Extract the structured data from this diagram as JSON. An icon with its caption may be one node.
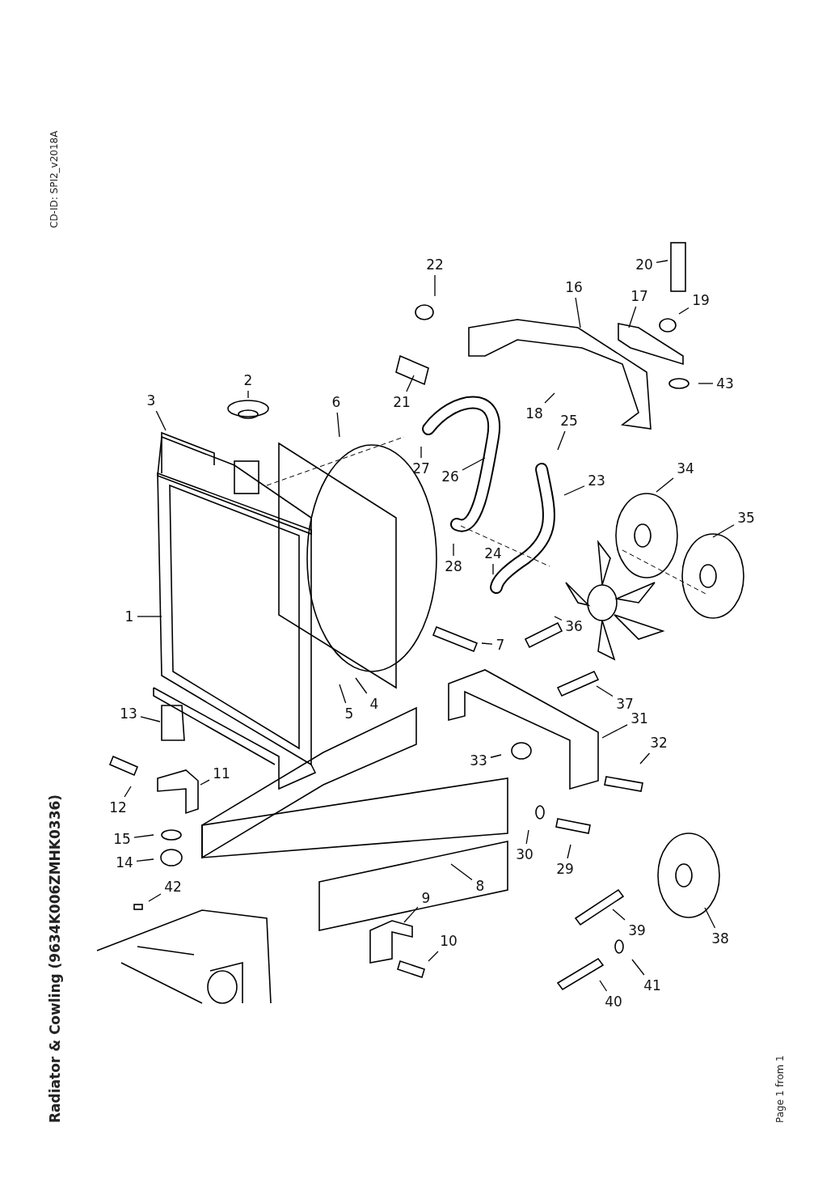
{
  "diagram": {
    "title": "Radiator & Cowling (9634K006ZMHK0336)",
    "nodes": [
      {
        "text": [
          "1"
        ]
      },
      {
        "text": [
          "2"
        ]
      },
      {
        "text": [
          "3"
        ]
      },
      {
        "text": [
          "4"
        ]
      },
      {
        "text": [
          "5"
        ]
      },
      {
        "text": [
          "6"
        ]
      },
      {
        "text": [
          "7"
        ]
      },
      {
        "text": [
          "8"
        ]
      },
      {
        "text": [
          "9"
        ]
      },
      {
        "text": [
          "10"
        ]
      },
      {
        "text": [
          "11"
        ]
      },
      {
        "text": [
          "12"
        ]
      },
      {
        "text": [
          "13"
        ]
      },
      {
        "text": [
          "14"
        ]
      },
      {
        "text": [
          "15"
        ]
      },
      {
        "text": [
          "16"
        ]
      },
      {
        "text": [
          "17"
        ]
      },
      {
        "text": [
          "18"
        ]
      },
      {
        "text": [
          "19"
        ]
      },
      {
        "text": [
          "20"
        ]
      },
      {
        "text": [
          "21"
        ]
      },
      {
        "text": [
          "22"
        ]
      },
      {
        "text": [
          "23"
        ]
      },
      {
        "text": [
          "24"
        ]
      },
      {
        "text": [
          "25"
        ]
      },
      {
        "text": [
          "26"
        ]
      },
      {
        "text": [
          "27"
        ]
      },
      {
        "text": [
          "28"
        ]
      },
      {
        "text": [
          "29"
        ]
      },
      {
        "text": [
          "30"
        ]
      },
      {
        "text": [
          "31"
        ]
      },
      {
        "text": [
          "32"
        ]
      },
      {
        "text": [
          "33"
        ]
      },
      {
        "text": [
          "34"
        ]
      },
      {
        "text": [
          "35"
        ]
      },
      {
        "text": [
          "36"
        ]
      },
      {
        "text": [
          "37"
        ]
      },
      {
        "text": [
          "38"
        ]
      },
      {
        "text": [
          "39"
        ]
      },
      {
        "text": [
          "40"
        ]
      },
      {
        "text": [
          "41"
        ]
      },
      {
        "text": [
          "42"
        ]
      },
      {
        "text": [
          "43"
        ]
      }
    ],
    "edges": [
      {
        "from": 0,
        "to": null,
        "arrow": "none"
      },
      {
        "from": 1,
        "to": null,
        "arrow": "none"
      },
      {
        "from": 2,
        "to": null,
        "arrow": "none"
      },
      {
        "from": 3,
        "to": null,
        "arrow": "none"
      },
      {
        "from": 4,
        "to": null,
        "arrow": "none"
      },
      {
        "from": 5,
        "to": null,
        "arrow": "none"
      },
      {
        "from": 6,
        "to": null,
        "arrow": "none"
      },
      {
        "from": 7,
        "to": null,
        "arrow": "none"
      },
      {
        "from": 8,
        "to": null,
        "arrow": "none"
      },
      {
        "from": 9,
        "to": null,
        "arrow": "none"
      },
      {
        "from": 10,
        "to": null,
        "arrow": "none"
      },
      {
        "from": 11,
        "to": null,
        "arrow": "none"
      },
      {
        "from": 12,
        "to": null,
        "arrow": "none"
      },
      {
        "from": 13,
        "to": null,
        "arrow": "none"
      },
      {
        "from": 14,
        "to": null,
        "arrow": "none"
      },
      {
        "from": 15,
        "to": null,
        "arrow": "none"
      },
      {
        "from": 16,
        "to": null,
        "arrow": "none"
      },
      {
        "from": 17,
        "to": null,
        "arrow": "none"
      },
      {
        "from": 18,
        "to": null,
        "arrow": "none"
      },
      {
        "from": 19,
        "to": null,
        "arrow": "none"
      },
      {
        "from": 20,
        "to": null,
        "arrow": "none"
      },
      {
        "from": 21,
        "to": null,
        "arrow": "none"
      },
      {
        "from": 22,
        "to": null,
        "arrow": "none"
      },
      {
        "from": 23,
        "to": null,
        "arrow": "none"
      },
      {
        "from": 24,
        "to": null,
        "arrow": "none"
      },
      {
        "from": 25,
        "to": null,
        "arrow": "none"
      },
      {
        "from": 26,
        "to": null,
        "arrow": "none"
      },
      {
        "from": 27,
        "to": null,
        "arrow": "none"
      },
      {
        "from": 28,
        "to": null,
        "arrow": "none"
      },
      {
        "from": 29,
        "to": null,
        "arrow": "none"
      },
      {
        "from": 30,
        "to": null,
        "arrow": "none"
      },
      {
        "from": 31,
        "to": null,
        "arrow": "none"
      },
      {
        "from": 32,
        "to": null,
        "arrow": "none"
      },
      {
        "from": 33,
        "to": null,
        "arrow": "none"
      },
      {
        "from": 34,
        "to": null,
        "arrow": "none"
      },
      {
        "from": 35,
        "to": null,
        "arrow": "none"
      },
      {
        "from": 36,
        "to": null,
        "arrow": "none"
      },
      {
        "from": 37,
        "to": null,
        "arrow": "none"
      },
      {
        "from": 38,
        "to": null,
        "arrow": "none"
      },
      {
        "from": 39,
        "to": null,
        "arrow": "none"
      },
      {
        "from": 40,
        "to": null,
        "arrow": "none"
      },
      {
        "from": 41,
        "to": null,
        "arrow": "none"
      },
      {
        "from": 42,
        "to": null,
        "arrow": "none"
      }
    ],
    "labels": [
      "CD-ID: SPI2_v2018A",
      "Page 1 from 1"
    ]
  }
}
